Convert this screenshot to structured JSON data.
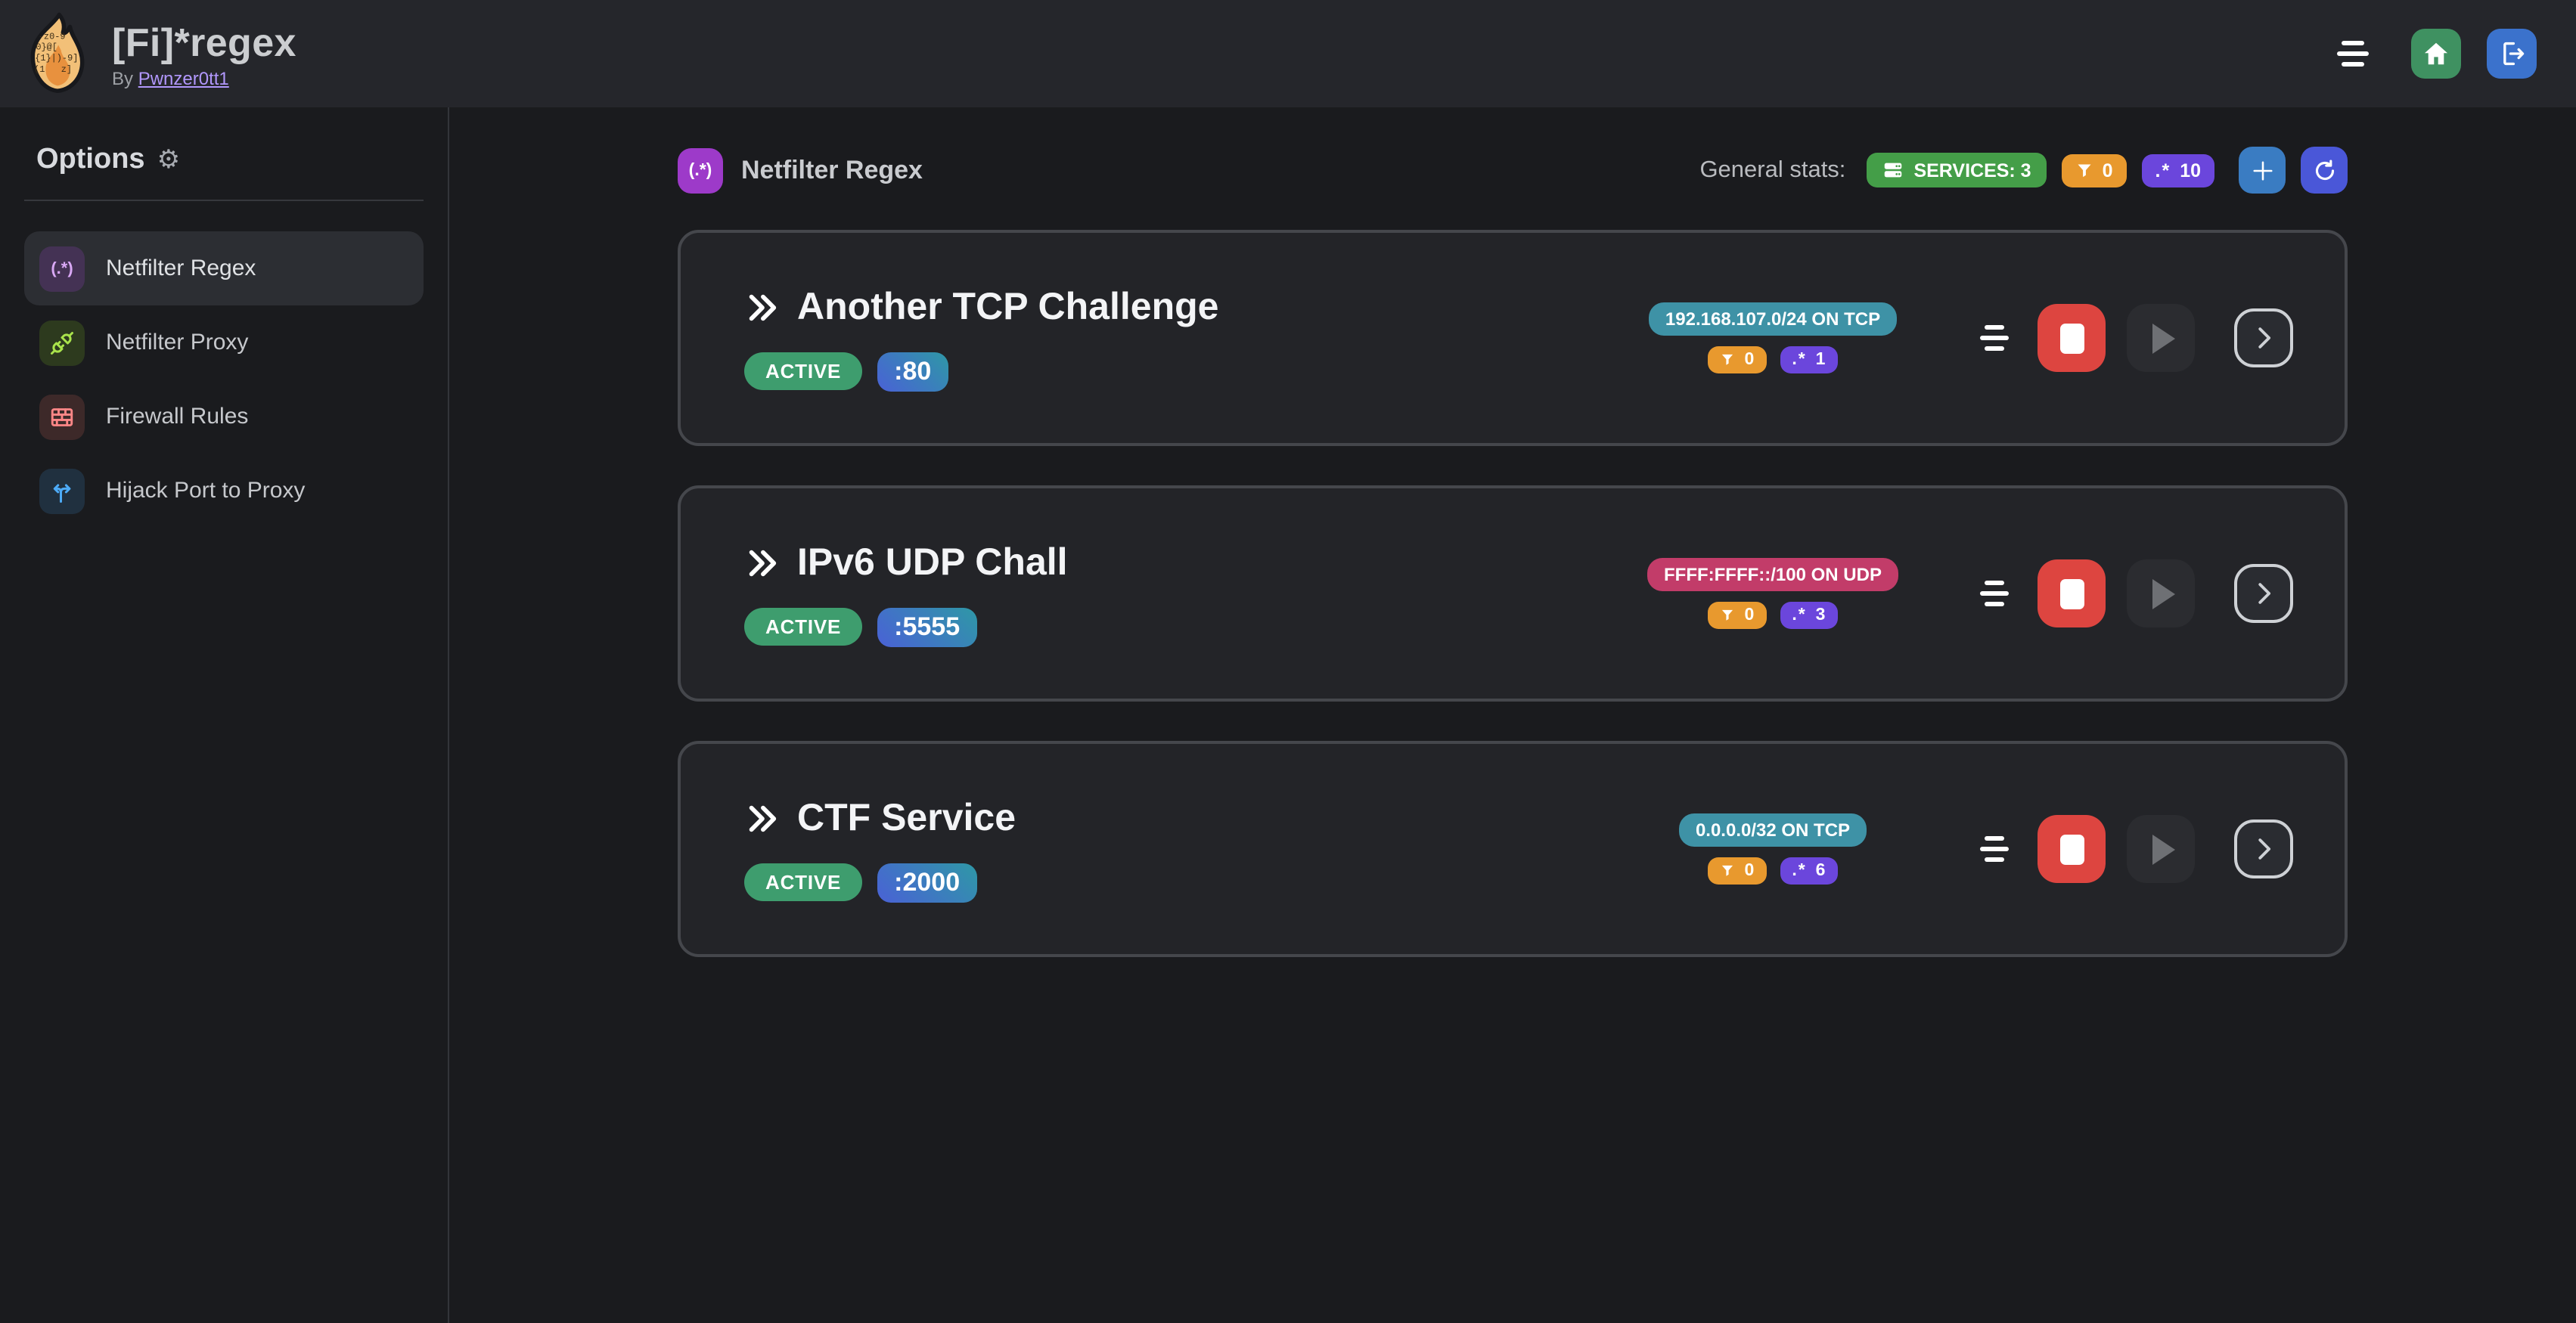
{
  "header": {
    "app_title": "[Fi]*regex",
    "byline_label": "By",
    "author_link": "Pwnzer0tt1"
  },
  "sidebar": {
    "heading": "Options",
    "gear_glyph": "⚙",
    "regex_icon_text": "(.*)",
    "items": [
      {
        "label": "Netfilter Regex"
      },
      {
        "label": "Netfilter Proxy"
      },
      {
        "label": "Firewall Rules"
      },
      {
        "label": "Hijack Port to Proxy"
      }
    ]
  },
  "icons": {
    "regex_glyph": ".*"
  },
  "main": {
    "section_title": "Netfilter Regex",
    "section_icon_text": "(.*)",
    "stats": {
      "label": "General stats:",
      "services_badge": "SERVICES: 3",
      "filters_count": "0",
      "regex_count": "10"
    },
    "services": [
      {
        "name": "Another TCP Challenge",
        "status": "ACTIVE",
        "port": ":80",
        "address": "192.168.107.0/24 ON TCP",
        "address_color": "#3e92a6",
        "filters": "0",
        "regexes": "1"
      },
      {
        "name": "IPv6 UDP Chall",
        "status": "ACTIVE",
        "port": ":5555",
        "address": "FFFF:FFFF::/100 ON UDP",
        "address_color": "#c23c69",
        "filters": "0",
        "regexes": "3"
      },
      {
        "name": "CTF Service",
        "status": "ACTIVE",
        "port": ":2000",
        "address": "0.0.0.0/32 ON TCP",
        "address_color": "#3e92a6",
        "filters": "0",
        "regexes": "6"
      }
    ]
  },
  "colors": {
    "header_bg": "#25262b",
    "page_bg": "#1a1b1e",
    "card_bg": "#232428",
    "card_border": "#45474c",
    "active_green": "#3e9d6e",
    "services_green": "#449e48",
    "filter_orange": "#e8992e",
    "regex_purple": "#6b46dc",
    "port_gradient_from": "#4a61d6",
    "port_gradient_to": "#2e98a6",
    "stop_red": "#dd4540",
    "add_blue": "#3a7cc2",
    "refresh_indigo": "#4a57d8",
    "home_green": "#3f9161",
    "logout_blue": "#3b72cc",
    "link_purple": "#b197fc"
  }
}
